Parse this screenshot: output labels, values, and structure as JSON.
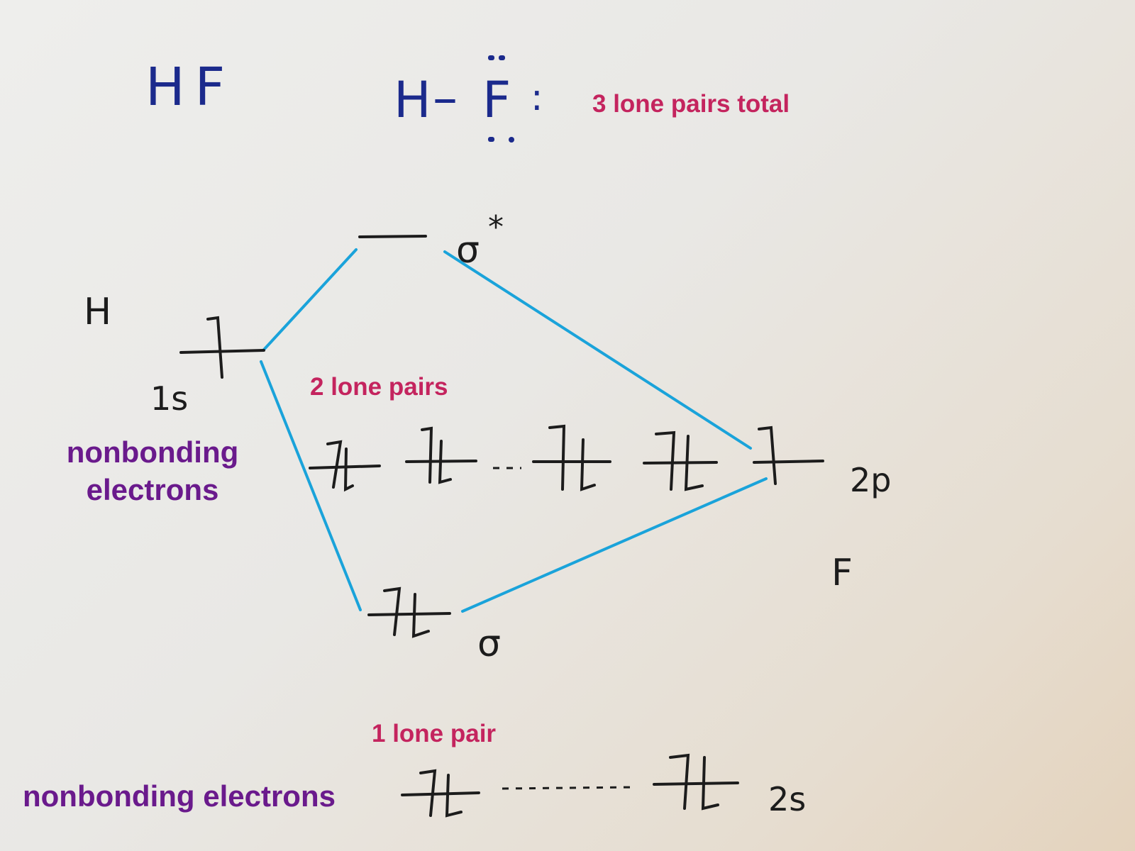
{
  "header": {
    "molecule": "HF",
    "lewis_h": "H",
    "lewis_bond": "–",
    "lewis_f": "F",
    "lewis_colon": ":",
    "lone_pairs_total": "3 lone pairs total"
  },
  "left_atom": {
    "symbol": "H",
    "orbital": "1s"
  },
  "right_atom": {
    "symbol": "F",
    "orbital_2p": "2p",
    "orbital_2s": "2s"
  },
  "molecular_orbitals": {
    "antibonding": "σ",
    "antibonding_star": "*",
    "bonding": "σ"
  },
  "annotations": {
    "two_lone_pairs": "2 lone pairs",
    "one_lone_pair": "1 lone pair",
    "nonbonding_line1": "nonbonding",
    "nonbonding_line2": "electrons",
    "nonbonding_bottom": "nonbonding electrons"
  },
  "colors": {
    "connector": "#1aa3da",
    "lone_pair_label": "#c4245e",
    "nonbonding_label": "#6a1a8c",
    "lewis_ink": "#1b2a8c"
  }
}
